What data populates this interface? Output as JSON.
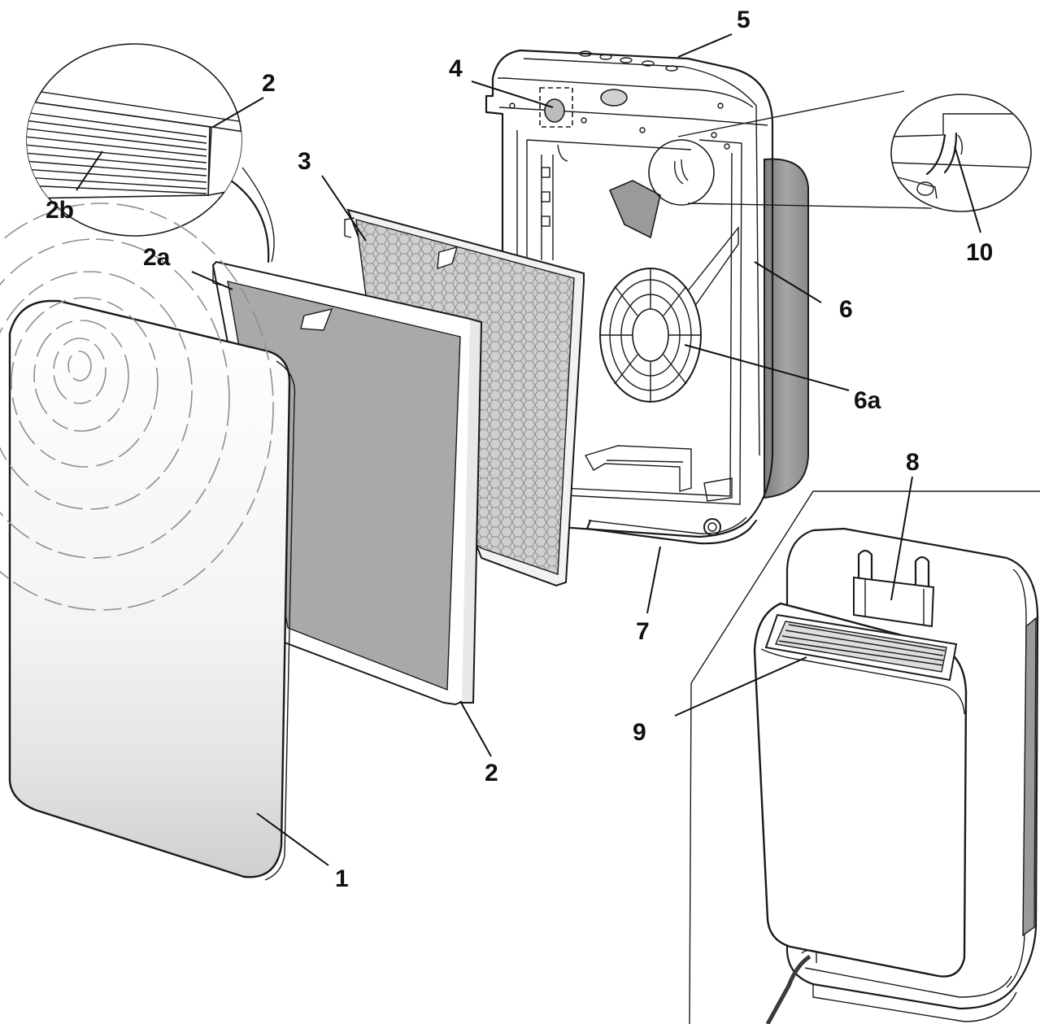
{
  "labels": {
    "part_1": "1",
    "part_2_top": "2",
    "part_2b": "2b",
    "part_2a": "2a",
    "part_2_bottom": "2",
    "part_3": "3",
    "part_4": "4",
    "part_5": "5",
    "part_6": "6",
    "part_6a": "6a",
    "part_7": "7",
    "part_8": "8",
    "part_9": "9",
    "part_10": "10"
  },
  "colors": {
    "line": "#1a1a1a",
    "filter_gray": "#a9a9a9",
    "hex_gray": "#c9c9c9",
    "side_gray": "#8c8c8c",
    "background": "#ffffff"
  }
}
